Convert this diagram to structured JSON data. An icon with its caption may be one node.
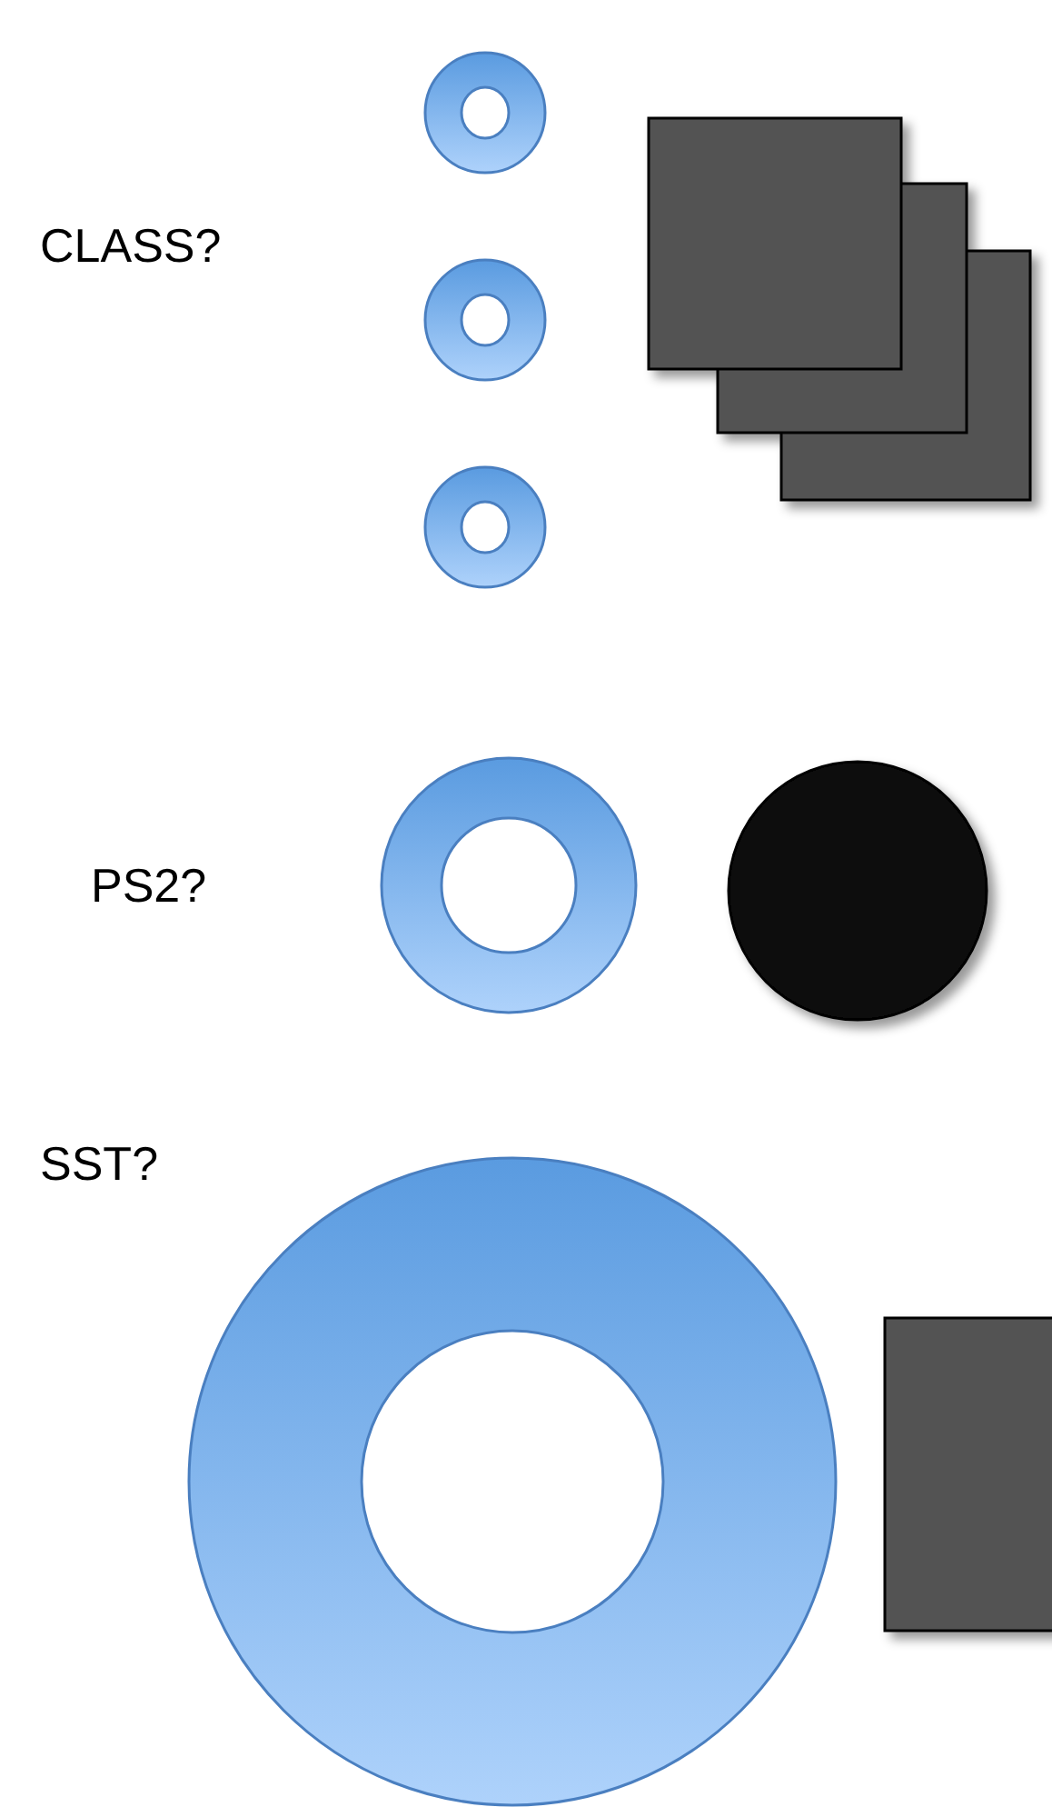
{
  "diagram": {
    "labels": [
      "CLASS?",
      "PS2?",
      "SST?"
    ]
  }
}
